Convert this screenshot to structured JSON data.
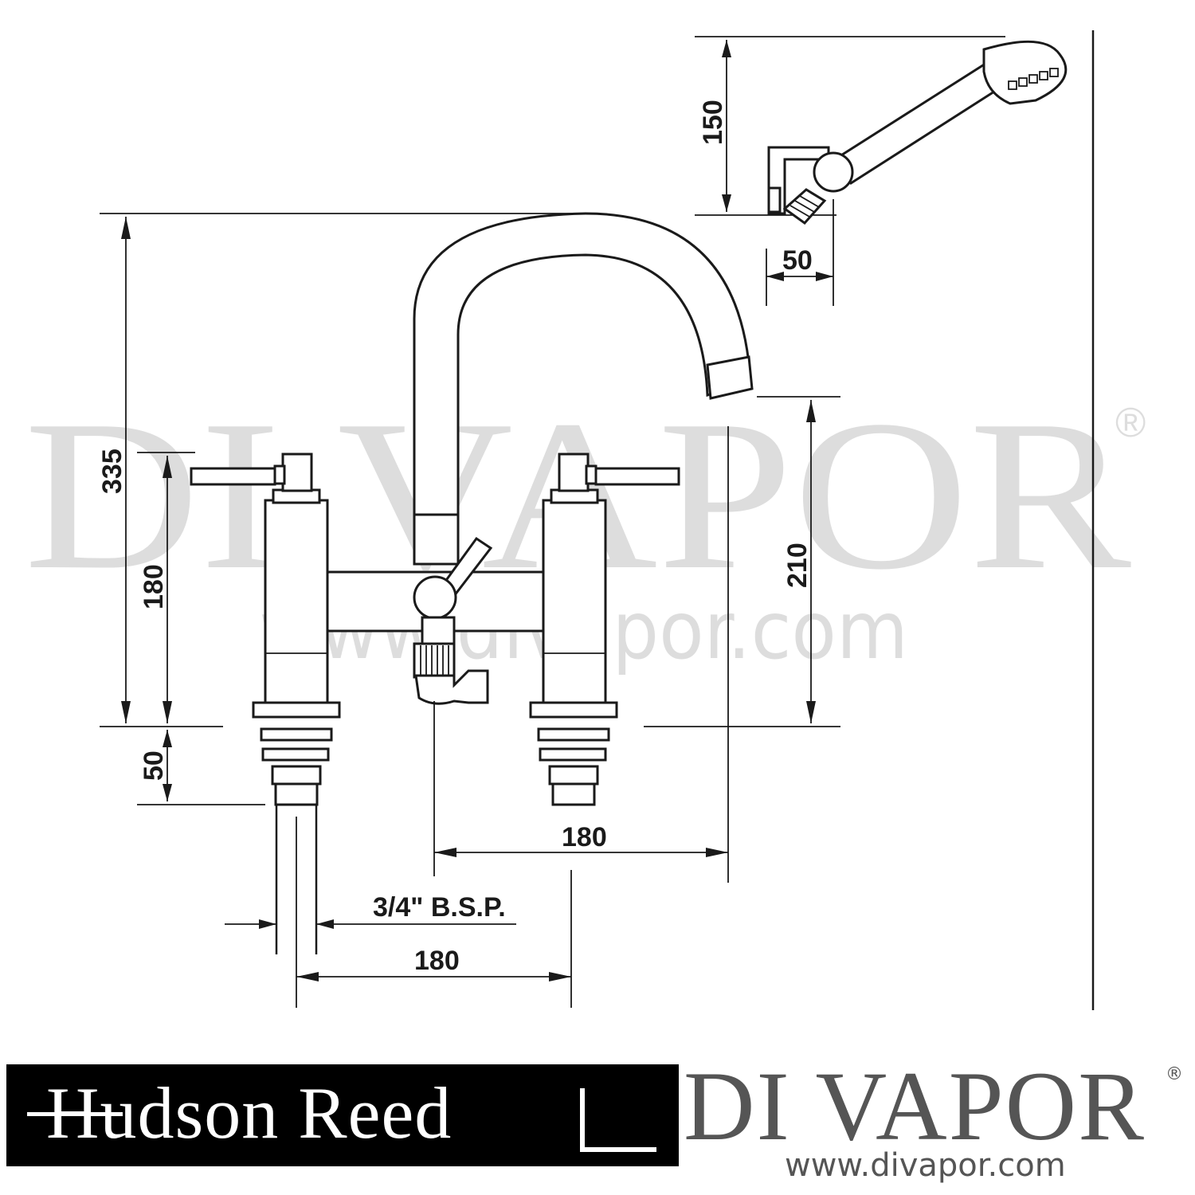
{
  "watermark": {
    "brand": "DI VAPOR",
    "registered_mark": "®",
    "url": "www.divapor.com"
  },
  "dimensions": {
    "handset_height": "150",
    "handset_width": "50",
    "overall_height": "335",
    "spout_height": "210",
    "handle_height": "180",
    "tail_length": "50",
    "spout_reach": "180",
    "thread": "3/4\" B.S.P.",
    "centres": "180"
  },
  "footer": {
    "hudson_reed": "Hudson Reed",
    "di_vapor": "DI VAPOR",
    "registered_mark": "®",
    "url": "www.divapor.com"
  }
}
